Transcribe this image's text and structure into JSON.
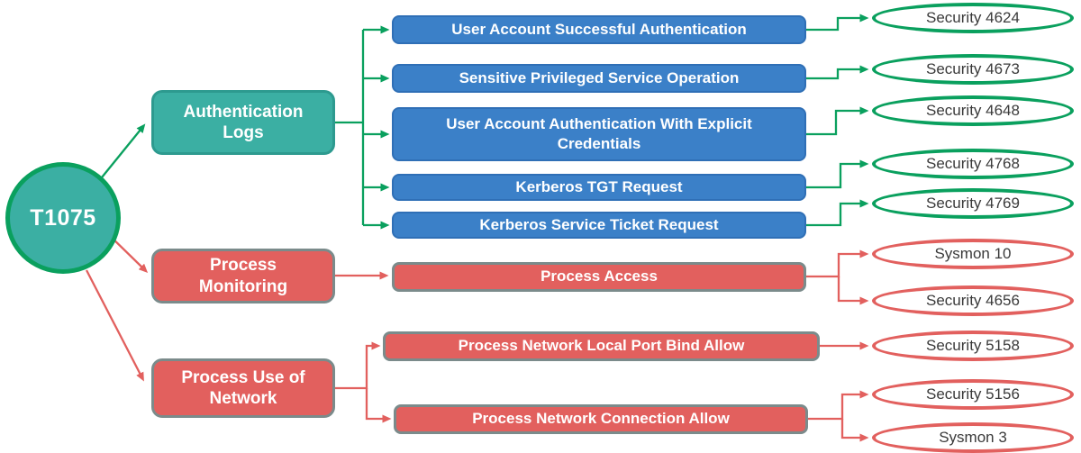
{
  "colors": {
    "teal_fill": "#3bafa3",
    "teal_border": "#2d9a8f",
    "green_line": "#0aa05e",
    "blue_fill": "#3b80c8",
    "blue_border": "#2f6fb6",
    "red_fill": "#e2605e",
    "red_line": "#e2605e",
    "gray_border": "#7b8b8b",
    "node_text": "#ffffff",
    "event_text": "#3a3a3a"
  },
  "tree": {
    "root_label": "T1075",
    "branches": [
      {
        "label": "Authentication Logs",
        "children": [
          {
            "label": "User Account Successful Authentication",
            "events": [
              "Security 4624"
            ]
          },
          {
            "label": "Sensitive Privileged Service Operation",
            "events": [
              "Security 4673"
            ]
          },
          {
            "label": "User Account Authentication With Explicit Credentials",
            "events": [
              "Security 4648"
            ]
          },
          {
            "label": "Kerberos TGT Request",
            "events": [
              "Security 4768"
            ]
          },
          {
            "label": "Kerberos Service Ticket Request",
            "events": [
              "Security 4769"
            ]
          }
        ]
      },
      {
        "label": "Process Monitoring",
        "children": [
          {
            "label": "Process Access",
            "events": [
              "Sysmon 10",
              "Security 4656"
            ]
          }
        ]
      },
      {
        "label": "Process Use of Network",
        "children": [
          {
            "label": "Process Network Local Port Bind Allow",
            "events": [
              "Security 5158"
            ]
          },
          {
            "label": "Process Network Connection Allow",
            "events": [
              "Security 5156",
              "Sysmon 3"
            ]
          }
        ]
      }
    ]
  }
}
